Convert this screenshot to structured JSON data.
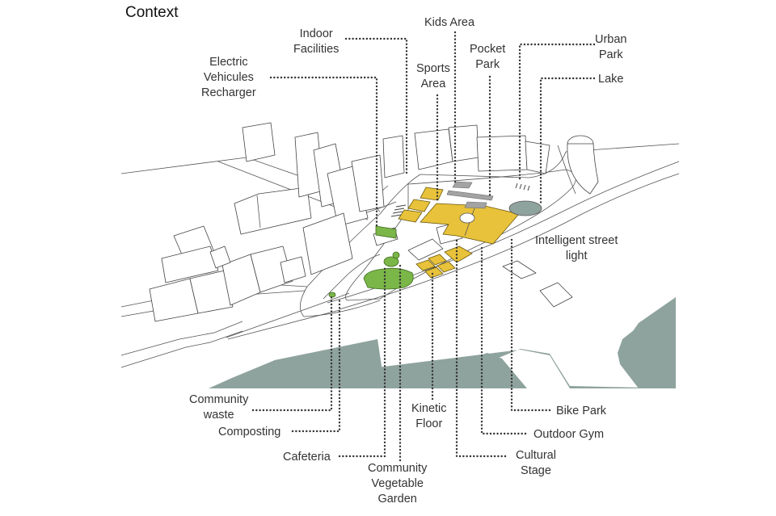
{
  "title": "Context",
  "colors": {
    "program_yellow": "#e8c23a",
    "green_space": "#7ab648",
    "water": "#8fa39e",
    "paving_gray": "#a3a3a3",
    "outline": "#444444"
  },
  "labels": {
    "indoor_facilities": "Indoor\nFacilities",
    "electric_vehicles_recharger": "Electric\nVehicules\nRecharger",
    "kids_area": "Kids Area",
    "sports_area": "Sports\nArea",
    "pocket_park": "Pocket\nPark",
    "urban_park": "Urban\nPark",
    "lake": "Lake",
    "intelligent_street_light": "Intelligent street\nlight",
    "community_waste": "Community\nwaste",
    "composting": "Composting",
    "cafeteria": "Cafeteria",
    "community_vegetable_garden": "Community\nVegetable\nGarden",
    "kinetic_floor": "Kinetic\nFloor",
    "cultural_stage": "Cultural\nStage",
    "outdoor_gym": "Outdoor Gym",
    "bike_park": "Bike Park"
  }
}
